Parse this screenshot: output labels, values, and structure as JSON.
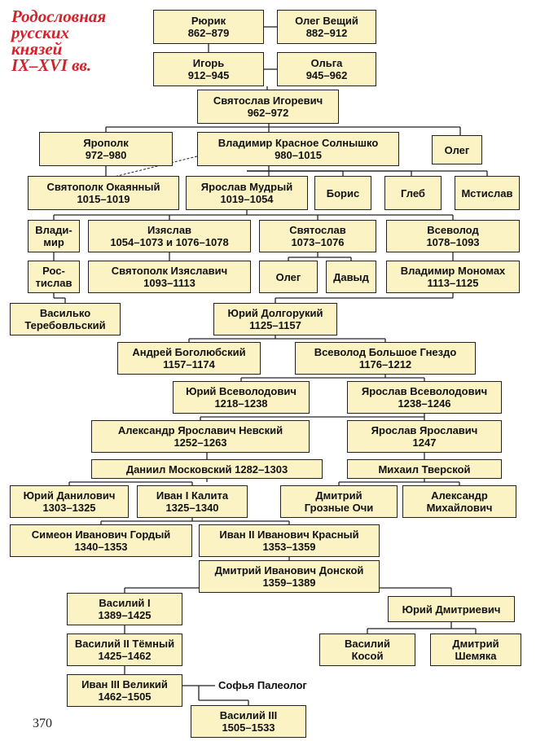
{
  "title": [
    "Родословная",
    "русских",
    "князей",
    "IX–XVI вв."
  ],
  "page_number": "370",
  "colors": {
    "box_fill": "#fbf3c4",
    "border": "#222222",
    "title": "#d3232a"
  },
  "nodes": {
    "rurik": [
      "Рюрик",
      "862–879"
    ],
    "oleg_veshchiy": [
      "Олег Вещий",
      "882–912"
    ],
    "igor": [
      "Игорь",
      "912–945"
    ],
    "olga": [
      "Ольга",
      "945–962"
    ],
    "svyatoslav_igorevich": [
      "Святослав Игоревич",
      "962–972"
    ],
    "yaropolk": [
      "Ярополк",
      "972–980"
    ],
    "vladimir_krasnoe": [
      "Владимир Красное Солнышко",
      "980–1015"
    ],
    "oleg_s": [
      "Олег"
    ],
    "svyatopolk_okayanny": [
      "Святополк Окаянный",
      "1015–1019"
    ],
    "yaroslav_mudry": [
      "Ярослав Мудрый",
      "1019–1054"
    ],
    "boris": [
      "Борис"
    ],
    "gleb": [
      "Глеб"
    ],
    "mstislav": [
      "Мстислав"
    ],
    "vladimir_y": [
      "Влади-",
      "мир"
    ],
    "izyaslav": [
      "Изяслав",
      "1054–1073 и 1076–1078"
    ],
    "svyatoslav_y": [
      "Святослав",
      "1073–1076"
    ],
    "vsevolod_y": [
      "Всеволод",
      "1078–1093"
    ],
    "rostislav": [
      "Рос-",
      "тислав"
    ],
    "svyatopolk_izyaslavich": [
      "Святополк Изяславич",
      "1093–1113"
    ],
    "oleg_sv": [
      "Олег"
    ],
    "davyd": [
      "Давыд"
    ],
    "vladimir_monomakh": [
      "Владимир Мономах",
      "1113–1125"
    ],
    "vasilko": [
      "Василько",
      "Теребовльский"
    ],
    "yuri_dolgoruky": [
      "Юрий Долгорукий",
      "1125–1157"
    ],
    "andrey_bogolyubsky": [
      "Андрей Боголюбский",
      "1157–1174"
    ],
    "vsevolod_bolshoe": [
      "Всеволод Большое Гнездо",
      "1176–1212"
    ],
    "yuri_vsevolodovich": [
      "Юрий Всеволодович",
      "1218–1238"
    ],
    "yaroslav_vsevolodovich": [
      "Ярослав Всеволодович",
      "1238–1246"
    ],
    "alexander_nevsky": [
      "Александр Ярославич Невский",
      "1252–1263"
    ],
    "yaroslav_yaroslavich": [
      "Ярослав Ярославич",
      "1247"
    ],
    "daniil_moskovsky": [
      "Даниил Московский 1282–1303"
    ],
    "mikhail_tverskoy": [
      "Михаил Тверской"
    ],
    "yuri_danilovich": [
      "Юрий Данилович",
      "1303–1325"
    ],
    "ivan_kalita": [
      "Иван I Калита",
      "1325–1340"
    ],
    "dmitry_groznye": [
      "Дмитрий",
      "Грозные Очи"
    ],
    "alexander_mikhaylovich": [
      "Александр",
      "Михайлович"
    ],
    "simeon_gordy": [
      "Симеон Иванович Гордый",
      "1340–1353"
    ],
    "ivan_krasny": [
      "Иван II Иванович Красный",
      "1353–1359"
    ],
    "dmitry_donskoy": [
      "Дмитрий Иванович Донской",
      "1359–1389"
    ],
    "vasily_1": [
      "Василий I",
      "1389–1425"
    ],
    "yuri_dmitrievich": [
      "Юрий Дмитриевич"
    ],
    "vasily_2": [
      "Василий II Тёмный",
      "1425–1462"
    ],
    "vasily_kosoy": [
      "Василий",
      "Косой"
    ],
    "dmitry_shemyaka": [
      "Дмитрий",
      "Шемяка"
    ],
    "ivan_3": [
      "Иван III Великий",
      "1462–1505"
    ],
    "vasily_3": [
      "Василий III",
      "1505–1533"
    ]
  },
  "spouse_label": "Софья Палеолог"
}
